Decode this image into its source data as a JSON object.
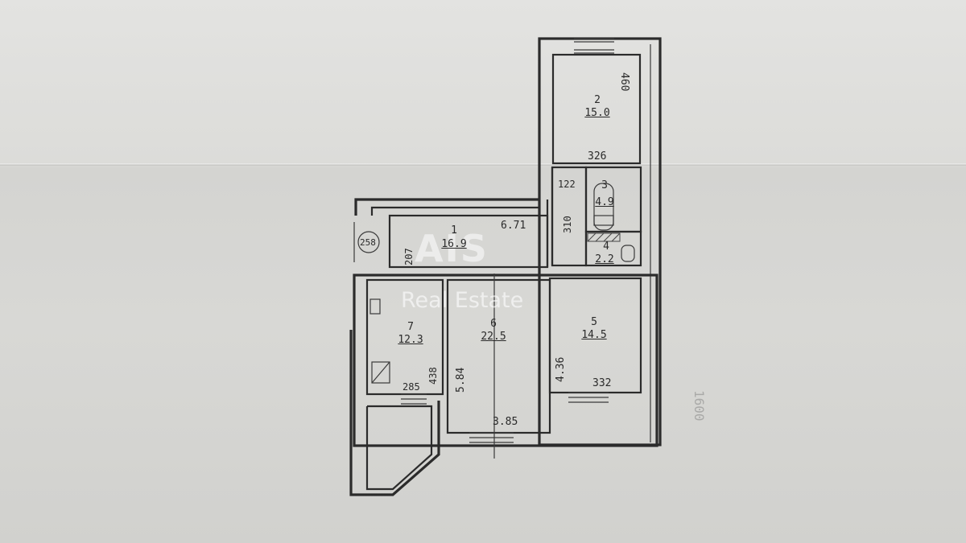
{
  "rooms": {
    "r1": {
      "number": "1",
      "area": "16.9"
    },
    "r2": {
      "number": "2",
      "area": "15.0"
    },
    "r3": {
      "number": "3",
      "area": "4.9"
    },
    "r4": {
      "number": "4",
      "area": "2.2"
    },
    "r5": {
      "number": "5",
      "area": "14.5"
    },
    "r6": {
      "number": "6",
      "area": "22.5"
    },
    "r7": {
      "number": "7",
      "area": "12.3"
    }
  },
  "dimensions": {
    "d_326": "326",
    "d_460": "460",
    "d_122": "122",
    "d_310": "310",
    "d_671": "6.71",
    "d_207": "207",
    "d_436": "4.36",
    "d_332": "332",
    "d_584": "5.84",
    "d_385": "3.85",
    "d_438": "438",
    "d_285": "285"
  },
  "markers": {
    "circle_label": "258"
  },
  "watermark": {
    "logo": "AIS",
    "subtitle": "Real Estate"
  },
  "annotations": {
    "margin_note": "1600"
  },
  "colors": {
    "paper": "#dcdcd9",
    "ink": "#2b2b2b",
    "watermark": "#ffffff"
  }
}
